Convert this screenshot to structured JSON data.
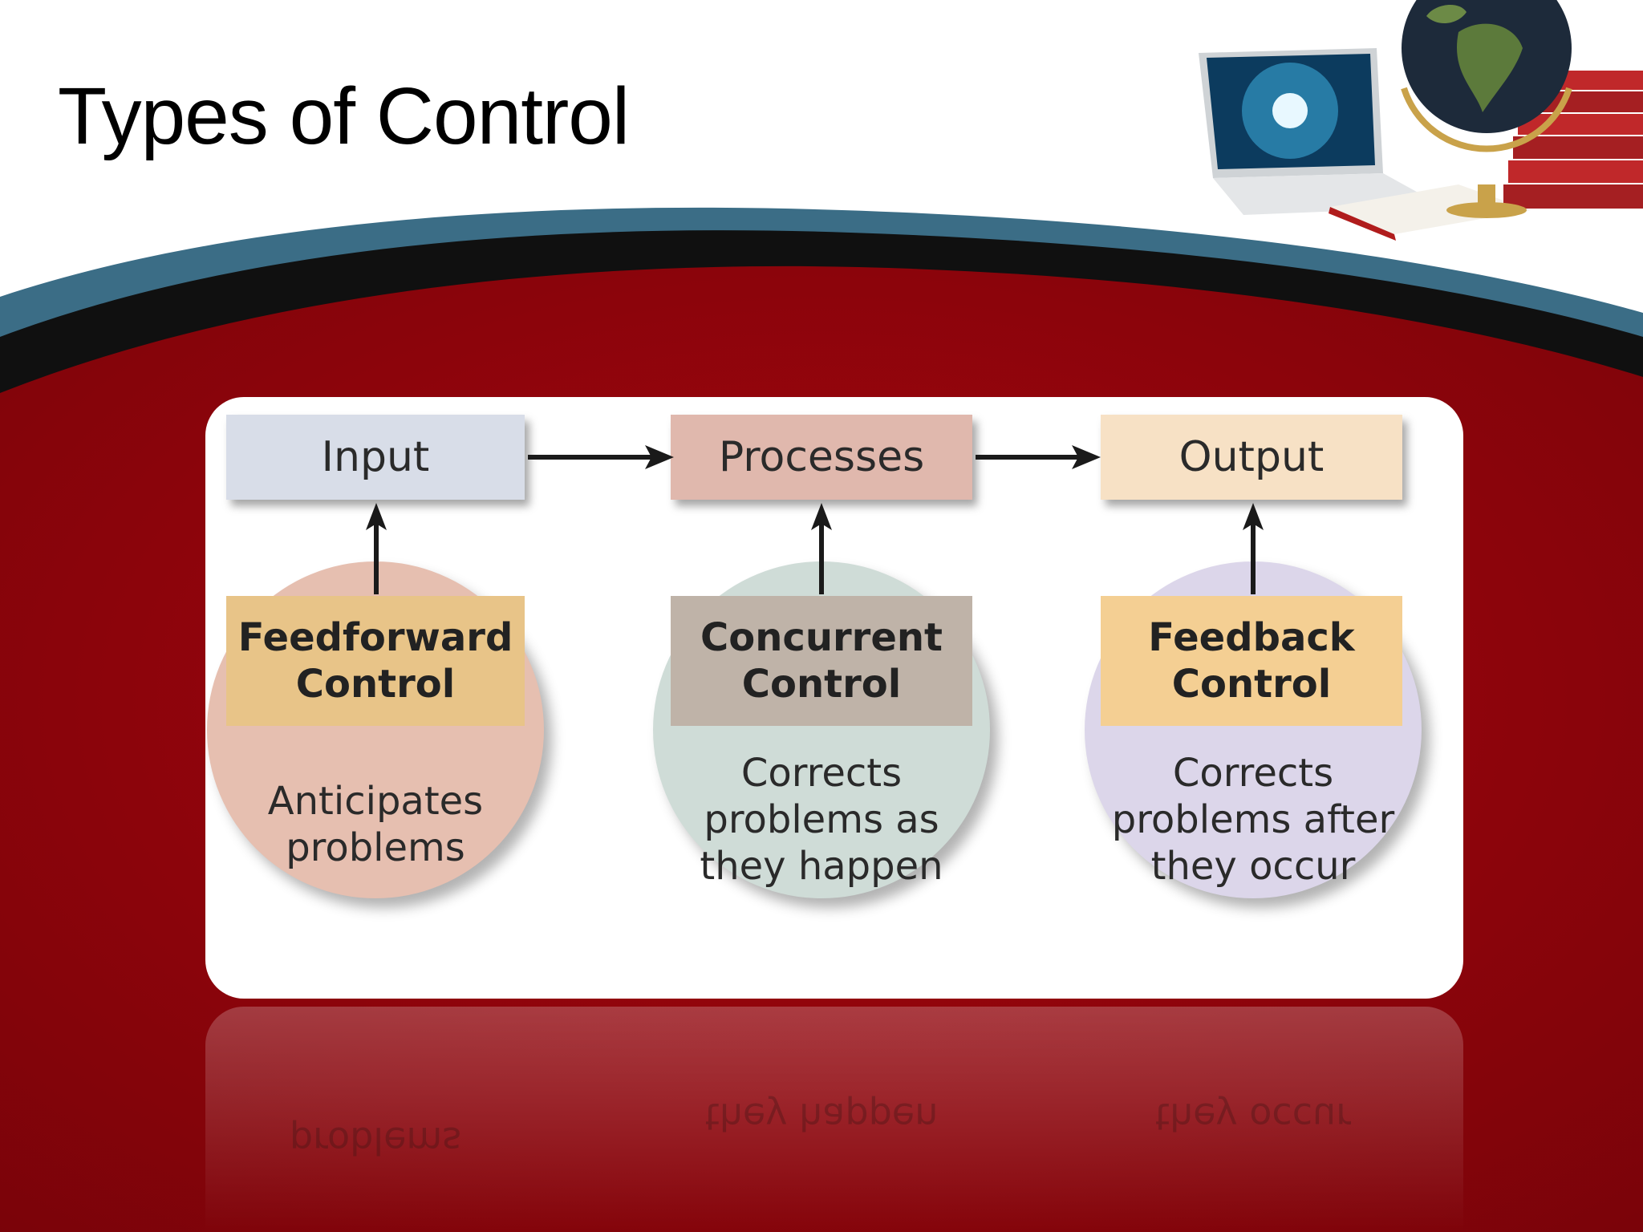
{
  "slide": {
    "title": "Types of Control"
  },
  "colors": {
    "background_red": "#a0060e",
    "band_blue": "#3b6d86",
    "band_black": "#111111",
    "input_box": "#d8dde8",
    "processes_box": "#e0b8ad",
    "output_box": "#f7e1c5",
    "feedforward_head": "#e8c488",
    "concurrent_head": "#bfb3a8",
    "feedback_head": "#f4cf93",
    "feedforward_circle": "#e6bfb0",
    "concurrent_circle": "#cfdcd7",
    "feedback_circle": "#dcd6ea"
  },
  "diagram": {
    "stages": [
      {
        "label": "Input"
      },
      {
        "label": "Processes"
      },
      {
        "label": "Output"
      }
    ],
    "controls": [
      {
        "name_line1": "Feedforward",
        "name_line2": "Control",
        "desc_lines": [
          "Anticipates",
          "problems"
        ]
      },
      {
        "name_line1": "Concurrent",
        "name_line2": "Control",
        "desc_lines": [
          "Corrects",
          "problems as",
          "they happen"
        ]
      },
      {
        "name_line1": "Feedback",
        "name_line2": "Control",
        "desc_lines": [
          "Corrects",
          "problems after",
          "they occur"
        ]
      }
    ]
  },
  "clipart": {
    "icons": [
      "laptop-icon",
      "globe-icon",
      "books-icon"
    ]
  }
}
